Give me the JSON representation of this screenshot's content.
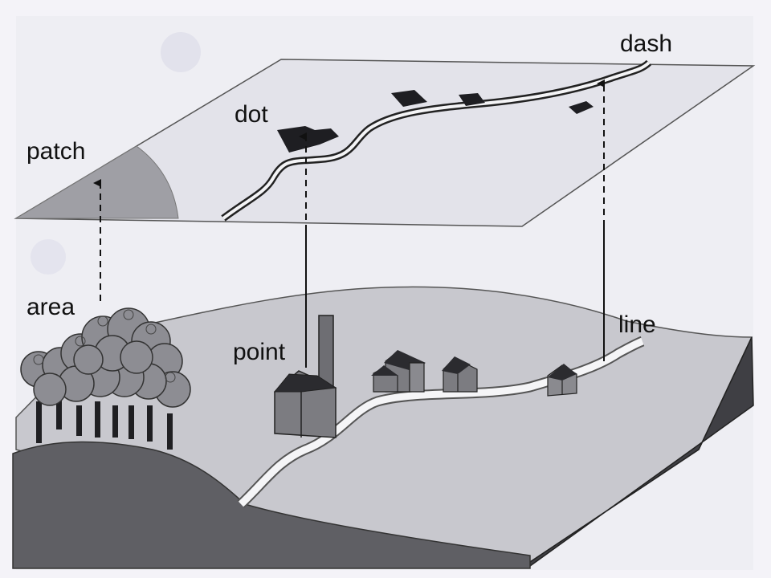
{
  "labels": {
    "dash": "dash",
    "dot": "dot",
    "patch": "patch",
    "area": "area",
    "point": "point",
    "line": "line"
  },
  "colors": {
    "paper": "#f7f6fb",
    "map_plane": "#e3e3ea",
    "patch_fill": "#9e9ea4",
    "ground": "#c9c9cf",
    "foreground_hill": "#5e5e63",
    "cliff_front": "#3f3f44",
    "road": "#f4f4f6",
    "building": "#7a7a7f",
    "roof": "#2c2c30",
    "ink": "#111111"
  }
}
